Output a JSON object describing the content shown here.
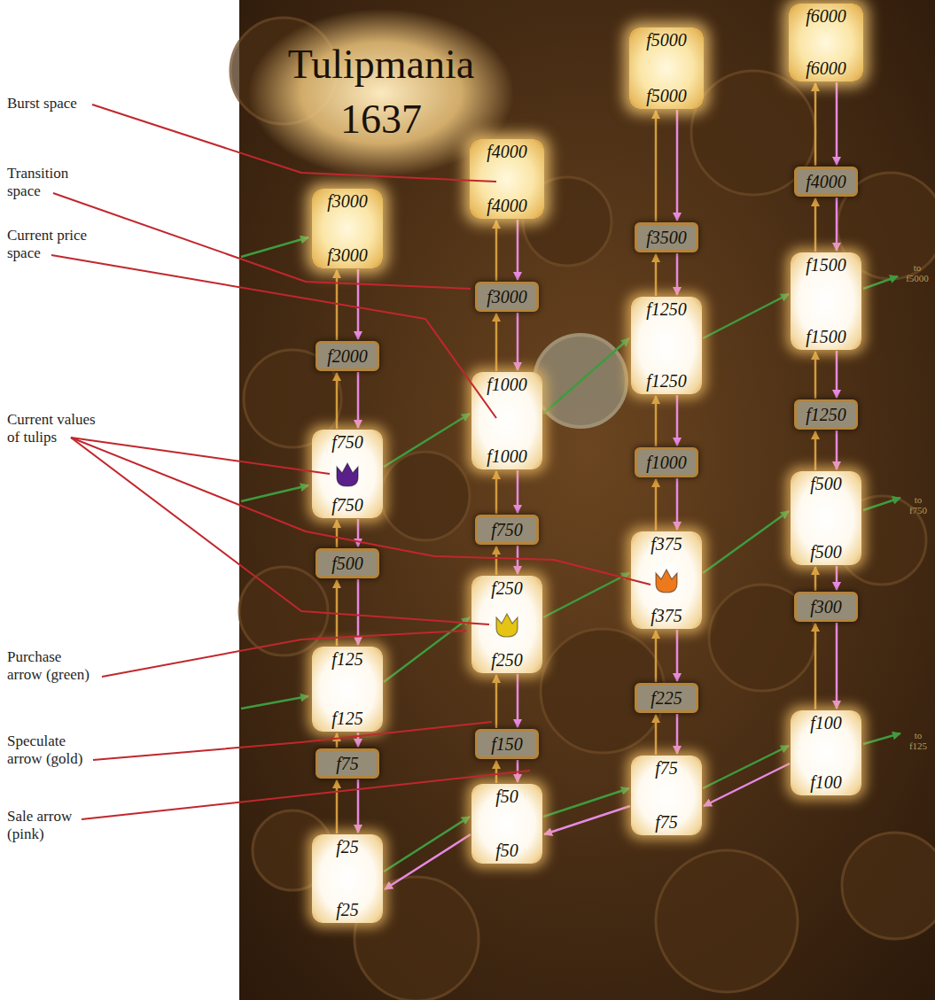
{
  "diagram": {
    "title": "Tulipmania 1637",
    "nodes": [
      {
        "text": [
          "f3000",
          "f3000"
        ]
      },
      {
        "text": [
          "f2000"
        ]
      },
      {
        "text": [
          "f750",
          "f750"
        ]
      },
      {
        "text": [
          "f500"
        ]
      },
      {
        "text": [
          "f125",
          "f125"
        ]
      },
      {
        "text": [
          "f75"
        ]
      },
      {
        "text": [
          "f25",
          "f25"
        ]
      },
      {
        "text": [
          "f4000",
          "f4000"
        ]
      },
      {
        "text": [
          "f3000"
        ]
      },
      {
        "text": [
          "f1000",
          "f1000"
        ]
      },
      {
        "text": [
          "f750"
        ]
      },
      {
        "text": [
          "f250",
          "f250"
        ]
      },
      {
        "text": [
          "f150"
        ]
      },
      {
        "text": [
          "f50",
          "f50"
        ]
      },
      {
        "text": [
          "f5000",
          "f5000"
        ]
      },
      {
        "text": [
          "f3500"
        ]
      },
      {
        "text": [
          "f1250",
          "f1250"
        ]
      },
      {
        "text": [
          "f1000"
        ]
      },
      {
        "text": [
          "f375",
          "f375"
        ]
      },
      {
        "text": [
          "f225"
        ]
      },
      {
        "text": [
          "f75",
          "f75"
        ]
      },
      {
        "text": [
          "f6000",
          "f6000"
        ]
      },
      {
        "text": [
          "f4000"
        ]
      },
      {
        "text": [
          "f1500",
          "f1500"
        ]
      },
      {
        "text": [
          "f1250"
        ]
      },
      {
        "text": [
          "f500",
          "f500"
        ]
      },
      {
        "text": [
          "f300"
        ]
      },
      {
        "text": [
          "f100",
          "f100"
        ]
      }
    ],
    "edges": [
      {
        "from": 1,
        "to": 0,
        "arrow": "to"
      },
      {
        "from": 0,
        "to": 1,
        "arrow": "to"
      },
      {
        "from": 2,
        "to": 1,
        "arrow": "to"
      },
      {
        "from": 1,
        "to": 2,
        "arrow": "to"
      },
      {
        "from": 3,
        "to": 2,
        "arrow": "to"
      },
      {
        "from": 2,
        "to": 3,
        "arrow": "to"
      },
      {
        "from": 4,
        "to": 3,
        "arrow": "to"
      },
      {
        "from": 3,
        "to": 4,
        "arrow": "to"
      },
      {
        "from": 5,
        "to": 4,
        "arrow": "to"
      },
      {
        "from": 4,
        "to": 5,
        "arrow": "to"
      },
      {
        "from": 6,
        "to": 5,
        "arrow": "to"
      },
      {
        "from": 5,
        "to": 6,
        "arrow": "to"
      },
      {
        "from": 8,
        "to": 7,
        "arrow": "to"
      },
      {
        "from": 7,
        "to": 8,
        "arrow": "to"
      },
      {
        "from": 9,
        "to": 8,
        "arrow": "to"
      },
      {
        "from": 8,
        "to": 9,
        "arrow": "to"
      },
      {
        "from": 10,
        "to": 9,
        "arrow": "to"
      },
      {
        "from": 9,
        "to": 10,
        "arrow": "to"
      },
      {
        "from": 11,
        "to": 10,
        "arrow": "to"
      },
      {
        "from": 10,
        "to": 11,
        "arrow": "to"
      },
      {
        "from": 12,
        "to": 11,
        "arrow": "to"
      },
      {
        "from": 11,
        "to": 12,
        "arrow": "to"
      },
      {
        "from": 13,
        "to": 12,
        "arrow": "to"
      },
      {
        "from": 12,
        "to": 13,
        "arrow": "to"
      },
      {
        "from": 15,
        "to": 14,
        "arrow": "to"
      },
      {
        "from": 14,
        "to": 15,
        "arrow": "to"
      },
      {
        "from": 16,
        "to": 15,
        "arrow": "to"
      },
      {
        "from": 15,
        "to": 16,
        "arrow": "to"
      },
      {
        "from": 17,
        "to": 16,
        "arrow": "to"
      },
      {
        "from": 16,
        "to": 17,
        "arrow": "to"
      },
      {
        "from": 18,
        "to": 17,
        "arrow": "to"
      },
      {
        "from": 17,
        "to": 18,
        "arrow": "to"
      },
      {
        "from": 19,
        "to": 18,
        "arrow": "to"
      },
      {
        "from": 18,
        "to": 19,
        "arrow": "to"
      },
      {
        "from": 20,
        "to": 19,
        "arrow": "to"
      },
      {
        "from": 19,
        "to": 20,
        "arrow": "to"
      },
      {
        "from": 22,
        "to": 21,
        "arrow": "to"
      },
      {
        "from": 21,
        "to": 22,
        "arrow": "to"
      },
      {
        "from": 23,
        "to": 22,
        "arrow": "to"
      },
      {
        "from": 22,
        "to": 23,
        "arrow": "to"
      },
      {
        "from": 24,
        "to": 23,
        "arrow": "to"
      },
      {
        "from": 23,
        "to": 24,
        "arrow": "to"
      },
      {
        "from": 25,
        "to": 24,
        "arrow": "to"
      },
      {
        "from": 24,
        "to": 25,
        "arrow": "to"
      },
      {
        "from": 26,
        "to": 25,
        "arrow": "to"
      },
      {
        "from": 25,
        "to": 26,
        "arrow": "to"
      },
      {
        "from": 27,
        "to": 26,
        "arrow": "to"
      },
      {
        "from": 26,
        "to": 27,
        "arrow": "to"
      },
      {
        "from": 2,
        "to": 9,
        "arrow": "to"
      },
      {
        "from": 9,
        "to": 16,
        "arrow": "to"
      },
      {
        "from": 16,
        "to": 23,
        "arrow": "to"
      },
      {
        "from": 4,
        "to": 11,
        "arrow": "to"
      },
      {
        "from": 11,
        "to": 18,
        "arrow": "to"
      },
      {
        "from": 18,
        "to": 25,
        "arrow": "to"
      },
      {
        "from": 6,
        "to": 13,
        "arrow": "to"
      },
      {
        "from": 13,
        "to": 20,
        "arrow": "to"
      },
      {
        "from": 20,
        "to": 27,
        "arrow": "to"
      },
      {
        "from": 13,
        "to": 6,
        "arrow": "to"
      },
      {
        "from": 20,
        "to": 13,
        "arrow": "to"
      },
      {
        "from": 27,
        "to": 20,
        "arrow": "to"
      }
    ],
    "labels": [
      "Burst space",
      "Transition space",
      "Current price space",
      "Current values of tulips",
      "Purchase arrow (green)",
      "Speculate arrow (gold)",
      "Sale arrow (pink)",
      "to f5000",
      "to f750",
      "to f125"
    ]
  }
}
